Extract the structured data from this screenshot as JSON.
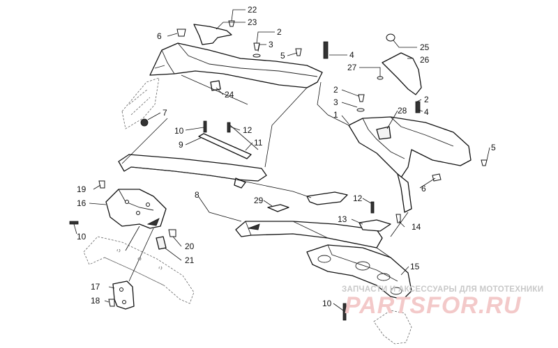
{
  "callouts": [
    {
      "id": "22",
      "text": "22"
    },
    {
      "id": "23",
      "text": "23"
    },
    {
      "id": "6a",
      "text": "6"
    },
    {
      "id": "2a",
      "text": "2"
    },
    {
      "id": "3a",
      "text": "3"
    },
    {
      "id": "5a",
      "text": "5"
    },
    {
      "id": "4a",
      "text": "4"
    },
    {
      "id": "25",
      "text": "25"
    },
    {
      "id": "26",
      "text": "26"
    },
    {
      "id": "27",
      "text": "27"
    },
    {
      "id": "24",
      "text": "24"
    },
    {
      "id": "7",
      "text": "7"
    },
    {
      "id": "2b",
      "text": "2"
    },
    {
      "id": "3b",
      "text": "3"
    },
    {
      "id": "1",
      "text": "1"
    },
    {
      "id": "28",
      "text": "28"
    },
    {
      "id": "2c",
      "text": "2"
    },
    {
      "id": "4b",
      "text": "4"
    },
    {
      "id": "10a",
      "text": "10"
    },
    {
      "id": "12a",
      "text": "12"
    },
    {
      "id": "9",
      "text": "9"
    },
    {
      "id": "11",
      "text": "11"
    },
    {
      "id": "5b",
      "text": "5"
    },
    {
      "id": "6b",
      "text": "6"
    },
    {
      "id": "8",
      "text": "8"
    },
    {
      "id": "19",
      "text": "19"
    },
    {
      "id": "16",
      "text": "16"
    },
    {
      "id": "29",
      "text": "29"
    },
    {
      "id": "12b",
      "text": "12"
    },
    {
      "id": "13",
      "text": "13"
    },
    {
      "id": "14",
      "text": "14"
    },
    {
      "id": "10b",
      "text": "10"
    },
    {
      "id": "20",
      "text": "20"
    },
    {
      "id": "21",
      "text": "21"
    },
    {
      "id": "15",
      "text": "15"
    },
    {
      "id": "17",
      "text": "17"
    },
    {
      "id": "18",
      "text": "18"
    },
    {
      "id": "10c",
      "text": "10"
    }
  ],
  "watermark": {
    "tagline": "ЗАПЧАСТИ И АКСЕССУАРЫ ДЛЯ МОТОТЕХНИКИ",
    "logo": "PARTSFOR.RU"
  }
}
